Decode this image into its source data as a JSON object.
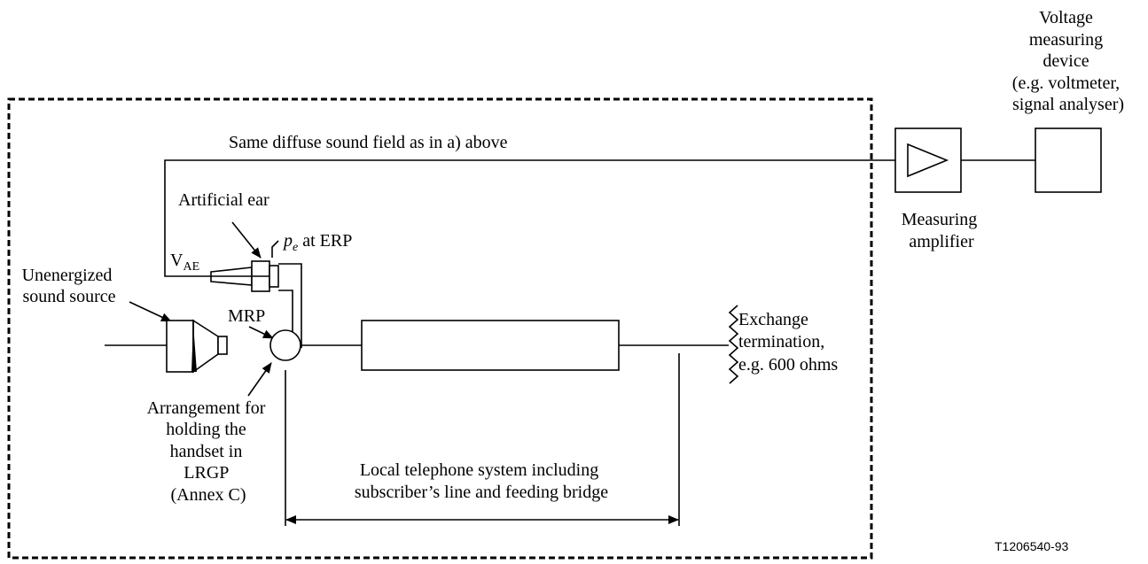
{
  "labels": {
    "voltage_device": [
      "Voltage",
      "measuring",
      "device",
      "(e.g. voltmeter,",
      "signal analyser)"
    ],
    "sound_field": "Same diffuse sound field as in a) above",
    "artificial_ear": "Artificial ear",
    "pe_symbol": "p",
    "pe_sub": "e",
    "pe_rest": " at ERP",
    "vae_main": "V",
    "vae_sub": "AE",
    "unenergized": [
      "Unenergized",
      "sound source"
    ],
    "mrp": "MRP",
    "exchange": [
      "Exchange",
      "termination,",
      "e.g. 600 ohms"
    ],
    "measuring_amp": [
      "Measuring",
      "amplifier"
    ],
    "arrangement": [
      "Arrangement for",
      "holding the",
      "handset in",
      "LRGP",
      "(Annex C)"
    ],
    "local_system": [
      "Local telephone system including",
      "subscriber’s line and feeding bridge"
    ],
    "figure_id": "T1206540-93"
  }
}
